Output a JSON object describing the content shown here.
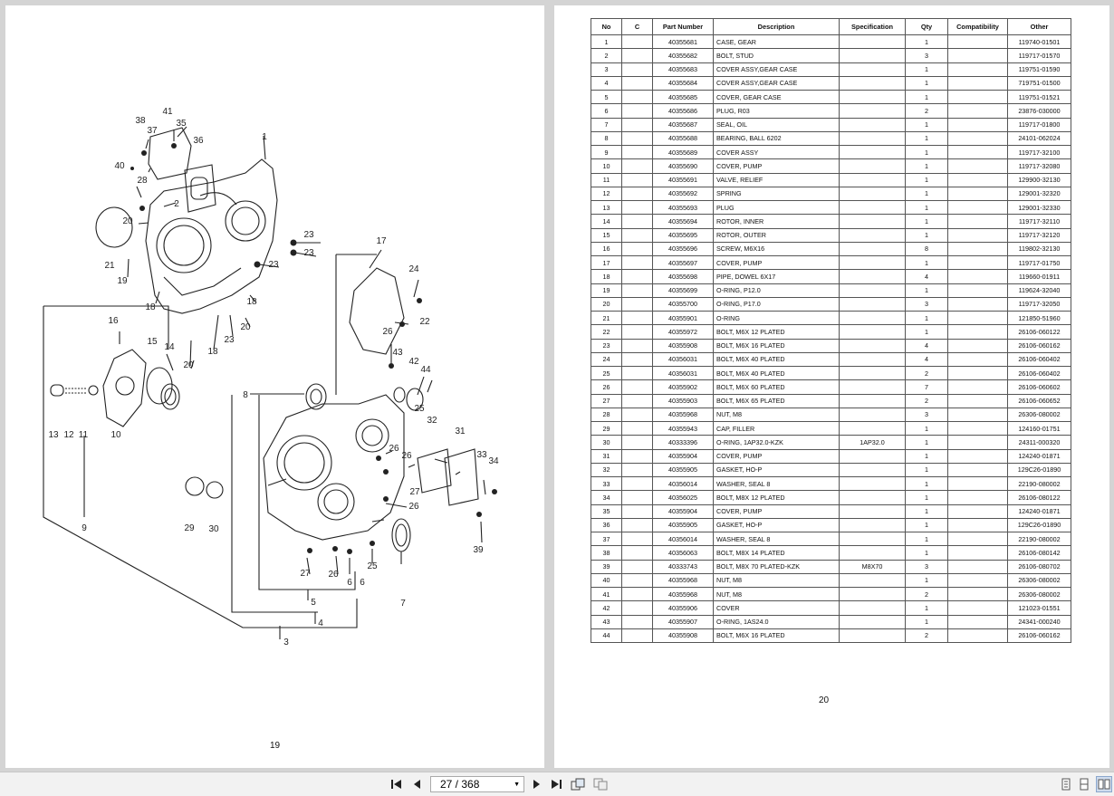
{
  "left_page": {
    "page_number": "19"
  },
  "right_page": {
    "page_number": "20"
  },
  "diagram_callouts": [
    "1",
    "2",
    "3",
    "4",
    "5",
    "6",
    "6",
    "7",
    "8",
    "9",
    "10",
    "11",
    "12",
    "13",
    "14",
    "15",
    "16",
    "17",
    "18",
    "18",
    "18",
    "19",
    "20",
    "20",
    "20",
    "21",
    "22",
    "23",
    "23",
    "23",
    "23",
    "24",
    "25",
    "25",
    "26",
    "26",
    "26",
    "26",
    "26",
    "27",
    "27",
    "28",
    "29",
    "30",
    "31",
    "32",
    "33",
    "34",
    "35",
    "36",
    "37",
    "38",
    "39",
    "40",
    "41",
    "42",
    "43",
    "44"
  ],
  "table": {
    "headers": [
      "No",
      "C",
      "Part Number",
      "Description",
      "Specification",
      "Qty",
      "Compatibility",
      "Other"
    ],
    "rows": [
      [
        "1",
        "",
        "40355681",
        "CASE, GEAR",
        "",
        "1",
        "",
        "119740-01501"
      ],
      [
        "2",
        "",
        "40355682",
        "BOLT, STUD",
        "",
        "3",
        "",
        "119717-01570"
      ],
      [
        "3",
        "",
        "40355683",
        "COVER ASSY,GEAR CASE",
        "",
        "1",
        "",
        "119751-01590"
      ],
      [
        "4",
        "",
        "40355684",
        "COVER ASSY,GEAR CASE",
        "",
        "1",
        "",
        "719751-01500"
      ],
      [
        "5",
        "",
        "40355685",
        "COVER, GEAR CASE",
        "",
        "1",
        "",
        "119751-01521"
      ],
      [
        "6",
        "",
        "40355686",
        "PLUG, R03",
        "",
        "2",
        "",
        "23876-030000"
      ],
      [
        "7",
        "",
        "40355687",
        "SEAL, OIL",
        "",
        "1",
        "",
        "119717-01800"
      ],
      [
        "8",
        "",
        "40355688",
        "BEARING, BALL 6202",
        "",
        "1",
        "",
        "24101-062024"
      ],
      [
        "9",
        "",
        "40355689",
        "COVER ASSY",
        "",
        "1",
        "",
        "119717-32100"
      ],
      [
        "10",
        "",
        "40355690",
        "COVER, PUMP",
        "",
        "1",
        "",
        "119717-32080"
      ],
      [
        "11",
        "",
        "40355691",
        "VALVE, RELIEF",
        "",
        "1",
        "",
        "129900-32130"
      ],
      [
        "12",
        "",
        "40355692",
        "SPRING",
        "",
        "1",
        "",
        "129001-32320"
      ],
      [
        "13",
        "",
        "40355693",
        "PLUG",
        "",
        "1",
        "",
        "129001-32330"
      ],
      [
        "14",
        "",
        "40355694",
        "ROTOR, INNER",
        "",
        "1",
        "",
        "119717-32110"
      ],
      [
        "15",
        "",
        "40355695",
        "ROTOR, OUTER",
        "",
        "1",
        "",
        "119717-32120"
      ],
      [
        "16",
        "",
        "40355696",
        "SCREW, M6X16",
        "",
        "8",
        "",
        "119802-32130"
      ],
      [
        "17",
        "",
        "40355697",
        "COVER, PUMP",
        "",
        "1",
        "",
        "119717-01750"
      ],
      [
        "18",
        "",
        "40355698",
        "PIPE, DOWEL 6X17",
        "",
        "4",
        "",
        "119660-01911"
      ],
      [
        "19",
        "",
        "40355699",
        "O-RING, P12.0",
        "",
        "1",
        "",
        "119624-32040"
      ],
      [
        "20",
        "",
        "40355700",
        "O-RING, P17.0",
        "",
        "3",
        "",
        "119717-32050"
      ],
      [
        "21",
        "",
        "40355901",
        "O-RING",
        "",
        "1",
        "",
        "121850-51960"
      ],
      [
        "22",
        "",
        "40355972",
        "BOLT, M6X 12 PLATED",
        "",
        "1",
        "",
        "26106-060122"
      ],
      [
        "23",
        "",
        "40355908",
        "BOLT, M6X 16 PLATED",
        "",
        "4",
        "",
        "26106-060162"
      ],
      [
        "24",
        "",
        "40356031",
        "BOLT, M6X 40 PLATED",
        "",
        "4",
        "",
        "26106-060402"
      ],
      [
        "25",
        "",
        "40356031",
        "BOLT, M6X 40 PLATED",
        "",
        "2",
        "",
        "26106-060402"
      ],
      [
        "26",
        "",
        "40355902",
        "BOLT, M6X 60 PLATED",
        "",
        "7",
        "",
        "26106-060602"
      ],
      [
        "27",
        "",
        "40355903",
        "BOLT, M6X 65 PLATED",
        "",
        "2",
        "",
        "26106-060652"
      ],
      [
        "28",
        "",
        "40355968",
        "NUT, M8",
        "",
        "3",
        "",
        "26306-080002"
      ],
      [
        "29",
        "",
        "40355943",
        "CAP, FILLER",
        "",
        "1",
        "",
        "124160-01751"
      ],
      [
        "30",
        "",
        "40333396",
        "O-RING, 1AP32.0-KZK",
        "1AP32.0",
        "1",
        "",
        "24311-000320"
      ],
      [
        "31",
        "",
        "40355904",
        "COVER, PUMP",
        "",
        "1",
        "",
        "124240-01871"
      ],
      [
        "32",
        "",
        "40355905",
        "GASKET, HO-P",
        "",
        "1",
        "",
        "129C26-01890"
      ],
      [
        "33",
        "",
        "40356014",
        "WASHER, SEAL 8",
        "",
        "1",
        "",
        "22190-080002"
      ],
      [
        "34",
        "",
        "40356025",
        "BOLT, M8X 12 PLATED",
        "",
        "1",
        "",
        "26106-080122"
      ],
      [
        "35",
        "",
        "40355904",
        "COVER, PUMP",
        "",
        "1",
        "",
        "124240-01871"
      ],
      [
        "36",
        "",
        "40355905",
        "GASKET, HO-P",
        "",
        "1",
        "",
        "129C26-01890"
      ],
      [
        "37",
        "",
        "40356014",
        "WASHER, SEAL 8",
        "",
        "1",
        "",
        "22190-080002"
      ],
      [
        "38",
        "",
        "40356063",
        "BOLT, M8X 14 PLATED",
        "",
        "1",
        "",
        "26106-080142"
      ],
      [
        "39",
        "",
        "40333743",
        "BOLT, M8X 70 PLATED-KZK",
        "M8X70",
        "3",
        "",
        "26106-080702"
      ],
      [
        "40",
        "",
        "40355968",
        "NUT, M8",
        "",
        "1",
        "",
        "26306-080002"
      ],
      [
        "41",
        "",
        "40355968",
        "NUT, M8",
        "",
        "2",
        "",
        "26306-080002"
      ],
      [
        "42",
        "",
        "40355906",
        "COVER",
        "",
        "1",
        "",
        "121023-01551"
      ],
      [
        "43",
        "",
        "40355907",
        "O-RING, 1AS24.0",
        "",
        "1",
        "",
        "24341-000240"
      ],
      [
        "44",
        "",
        "40355908",
        "BOLT, M6X 16 PLATED",
        "",
        "2",
        "",
        "26106-060162"
      ]
    ]
  },
  "toolbar": {
    "page_indicator": "27 / 368",
    "icons": [
      "first-page-icon",
      "previous-page-icon",
      "next-page-icon",
      "last-page-icon",
      "export-icon",
      "copy-icon",
      "single-page-view-icon",
      "continuous-view-icon",
      "two-page-view-icon"
    ]
  }
}
